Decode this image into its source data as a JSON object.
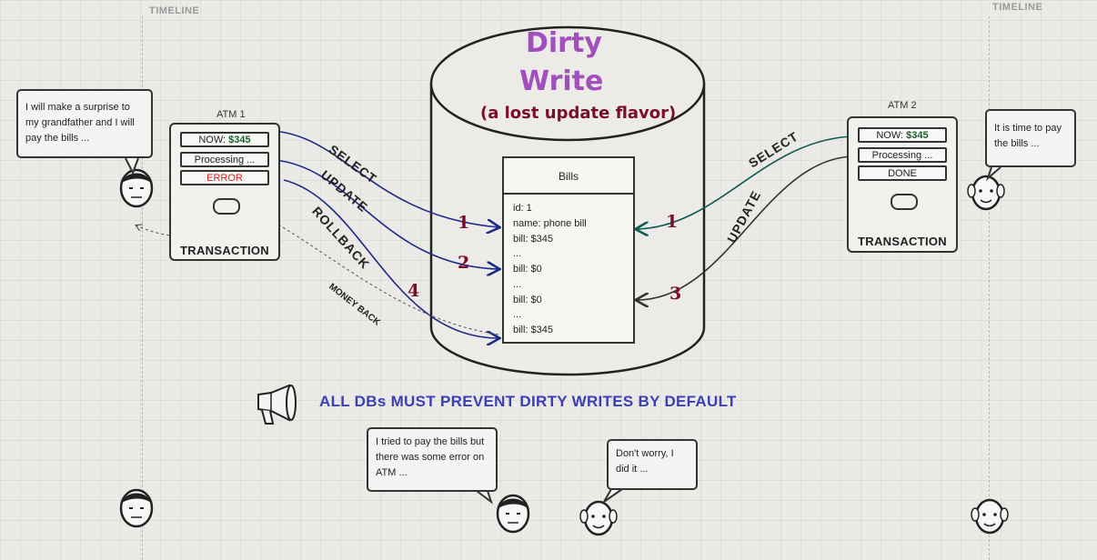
{
  "timelines": {
    "left_label": "TIMELINE",
    "right_label": "TIMELINE"
  },
  "title": {
    "line1": "Dirty",
    "line2": "Write",
    "subtitle": "(a lost update flavor)"
  },
  "bubbles": {
    "grandson_top": "I will make a surprise to my grandfather and I will pay the bills ...",
    "grandpa_top": "It is time to pay the bills ...",
    "grandson_bottom": "I tried to pay the bills but there was some error on ATM ...",
    "grandpa_bottom": "Don't worry, I did it ..."
  },
  "atm1": {
    "label": "ATM 1",
    "screen_now_prefix": "NOW: ",
    "screen_now_amount": "$345",
    "screen_processing": "Processing ...",
    "screen_error": "ERROR",
    "caption": "TRANSACTION"
  },
  "atm2": {
    "label": "ATM 2",
    "screen_now_prefix": "NOW: ",
    "screen_now_amount": "$345",
    "screen_processing": "Processing ...",
    "screen_done": "DONE",
    "caption": "TRANSACTION"
  },
  "bills_table": {
    "header": "Bills",
    "lines": [
      "id: 1",
      "name: phone bill",
      "bill: $345",
      "...",
      "bill: $0",
      "...",
      "bill: $0",
      "...",
      "bill: $345"
    ]
  },
  "operations": {
    "left_select": "SELECT",
    "left_update": "UPDATE",
    "left_rollback": "ROLLBACK",
    "money_back": "MONEY BACK",
    "right_select": "SELECT",
    "right_update": "UPDATE"
  },
  "step_numbers": {
    "left_1": "1",
    "left_2": "2",
    "left_4": "4",
    "right_1": "1",
    "right_3": "3"
  },
  "banner": "ALL DBs MUST PREVENT DIRTY WRITES BY DEFAULT",
  "icons": [
    "megaphone-icon",
    "money-icon",
    "grandson-avatar",
    "grandpa-avatar"
  ],
  "colors": {
    "title": "#a24fbe",
    "subtitle": "#7a0c2e",
    "atm1_arrows": "#1c2a86",
    "atm2_arrows": "#0f5a55",
    "error": "#e01b1b",
    "banner": "#3a3fb8"
  }
}
